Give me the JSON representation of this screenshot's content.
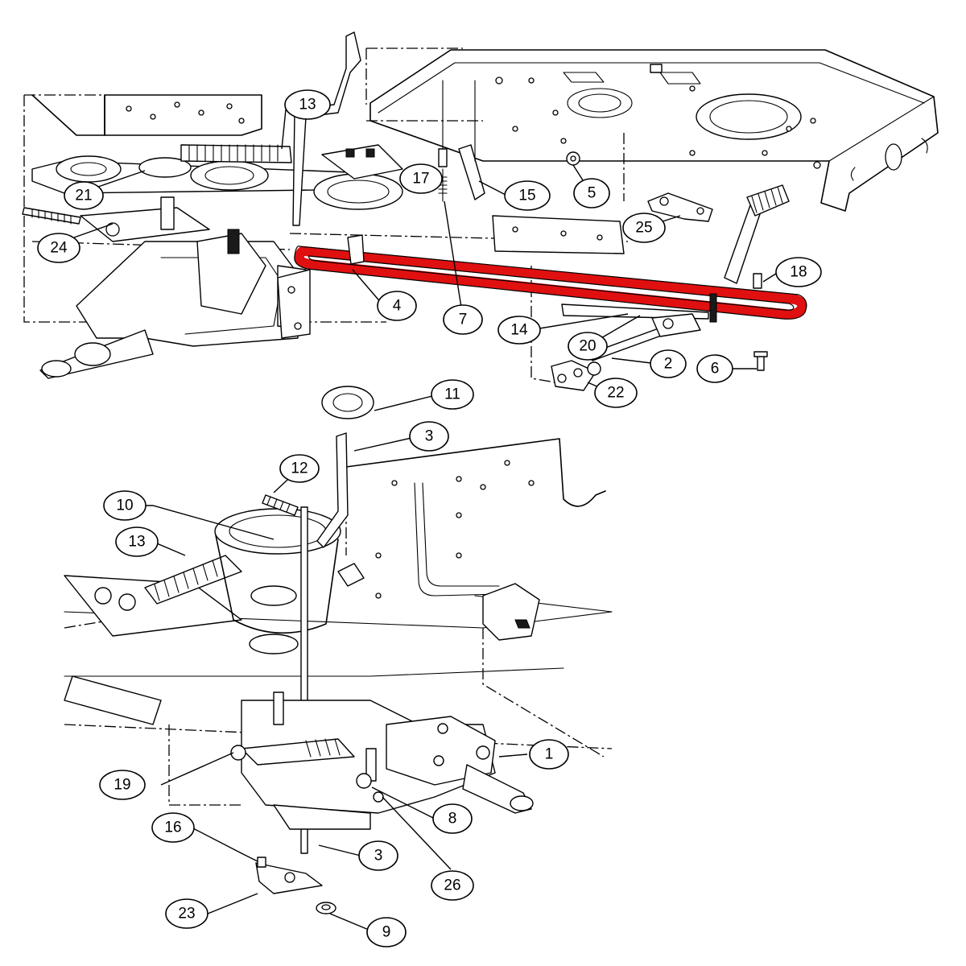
{
  "diagram": {
    "callouts": [
      {
        "id": "c13a",
        "label": "13"
      },
      {
        "id": "c21",
        "label": "21"
      },
      {
        "id": "c24",
        "label": "24"
      },
      {
        "id": "c17",
        "label": "17"
      },
      {
        "id": "c15",
        "label": "15"
      },
      {
        "id": "c5",
        "label": "5"
      },
      {
        "id": "c25",
        "label": "25"
      },
      {
        "id": "c18",
        "label": "18"
      },
      {
        "id": "c4",
        "label": "4"
      },
      {
        "id": "c7",
        "label": "7"
      },
      {
        "id": "c14",
        "label": "14"
      },
      {
        "id": "c20",
        "label": "20"
      },
      {
        "id": "c2",
        "label": "2"
      },
      {
        "id": "c6",
        "label": "6"
      },
      {
        "id": "c22",
        "label": "22"
      },
      {
        "id": "c11",
        "label": "11"
      },
      {
        "id": "c3a",
        "label": "3"
      },
      {
        "id": "c12",
        "label": "12"
      },
      {
        "id": "c10",
        "label": "10"
      },
      {
        "id": "c13b",
        "label": "13"
      },
      {
        "id": "c1",
        "label": "1"
      },
      {
        "id": "c19",
        "label": "19"
      },
      {
        "id": "c8",
        "label": "8"
      },
      {
        "id": "c16",
        "label": "16"
      },
      {
        "id": "c3b",
        "label": "3"
      },
      {
        "id": "c26",
        "label": "26"
      },
      {
        "id": "c23",
        "label": "23"
      },
      {
        "id": "c9",
        "label": "9"
      }
    ],
    "highlight_color": "#e01010"
  }
}
